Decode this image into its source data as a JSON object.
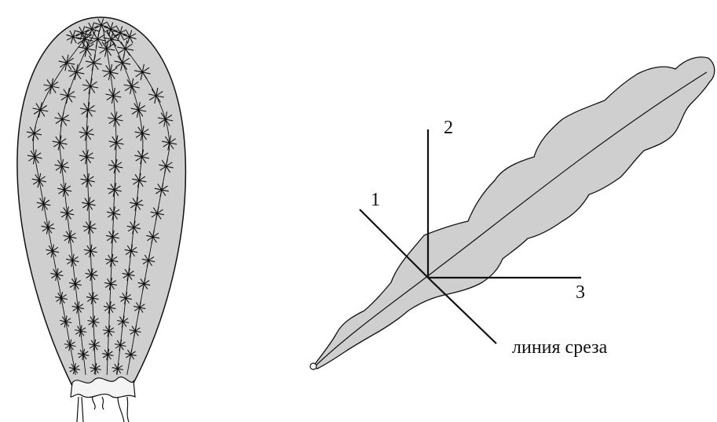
{
  "figure": {
    "left_drawing": "cactus-stem",
    "right_drawing": "leaf-cutting",
    "axes": {
      "axis1_label": "1",
      "axis2_label": "2",
      "axis3_label": "3"
    },
    "cut_line_label": "линия среза"
  },
  "colors": {
    "fill_gray": "#cfcfcf",
    "stroke": "#111111"
  }
}
